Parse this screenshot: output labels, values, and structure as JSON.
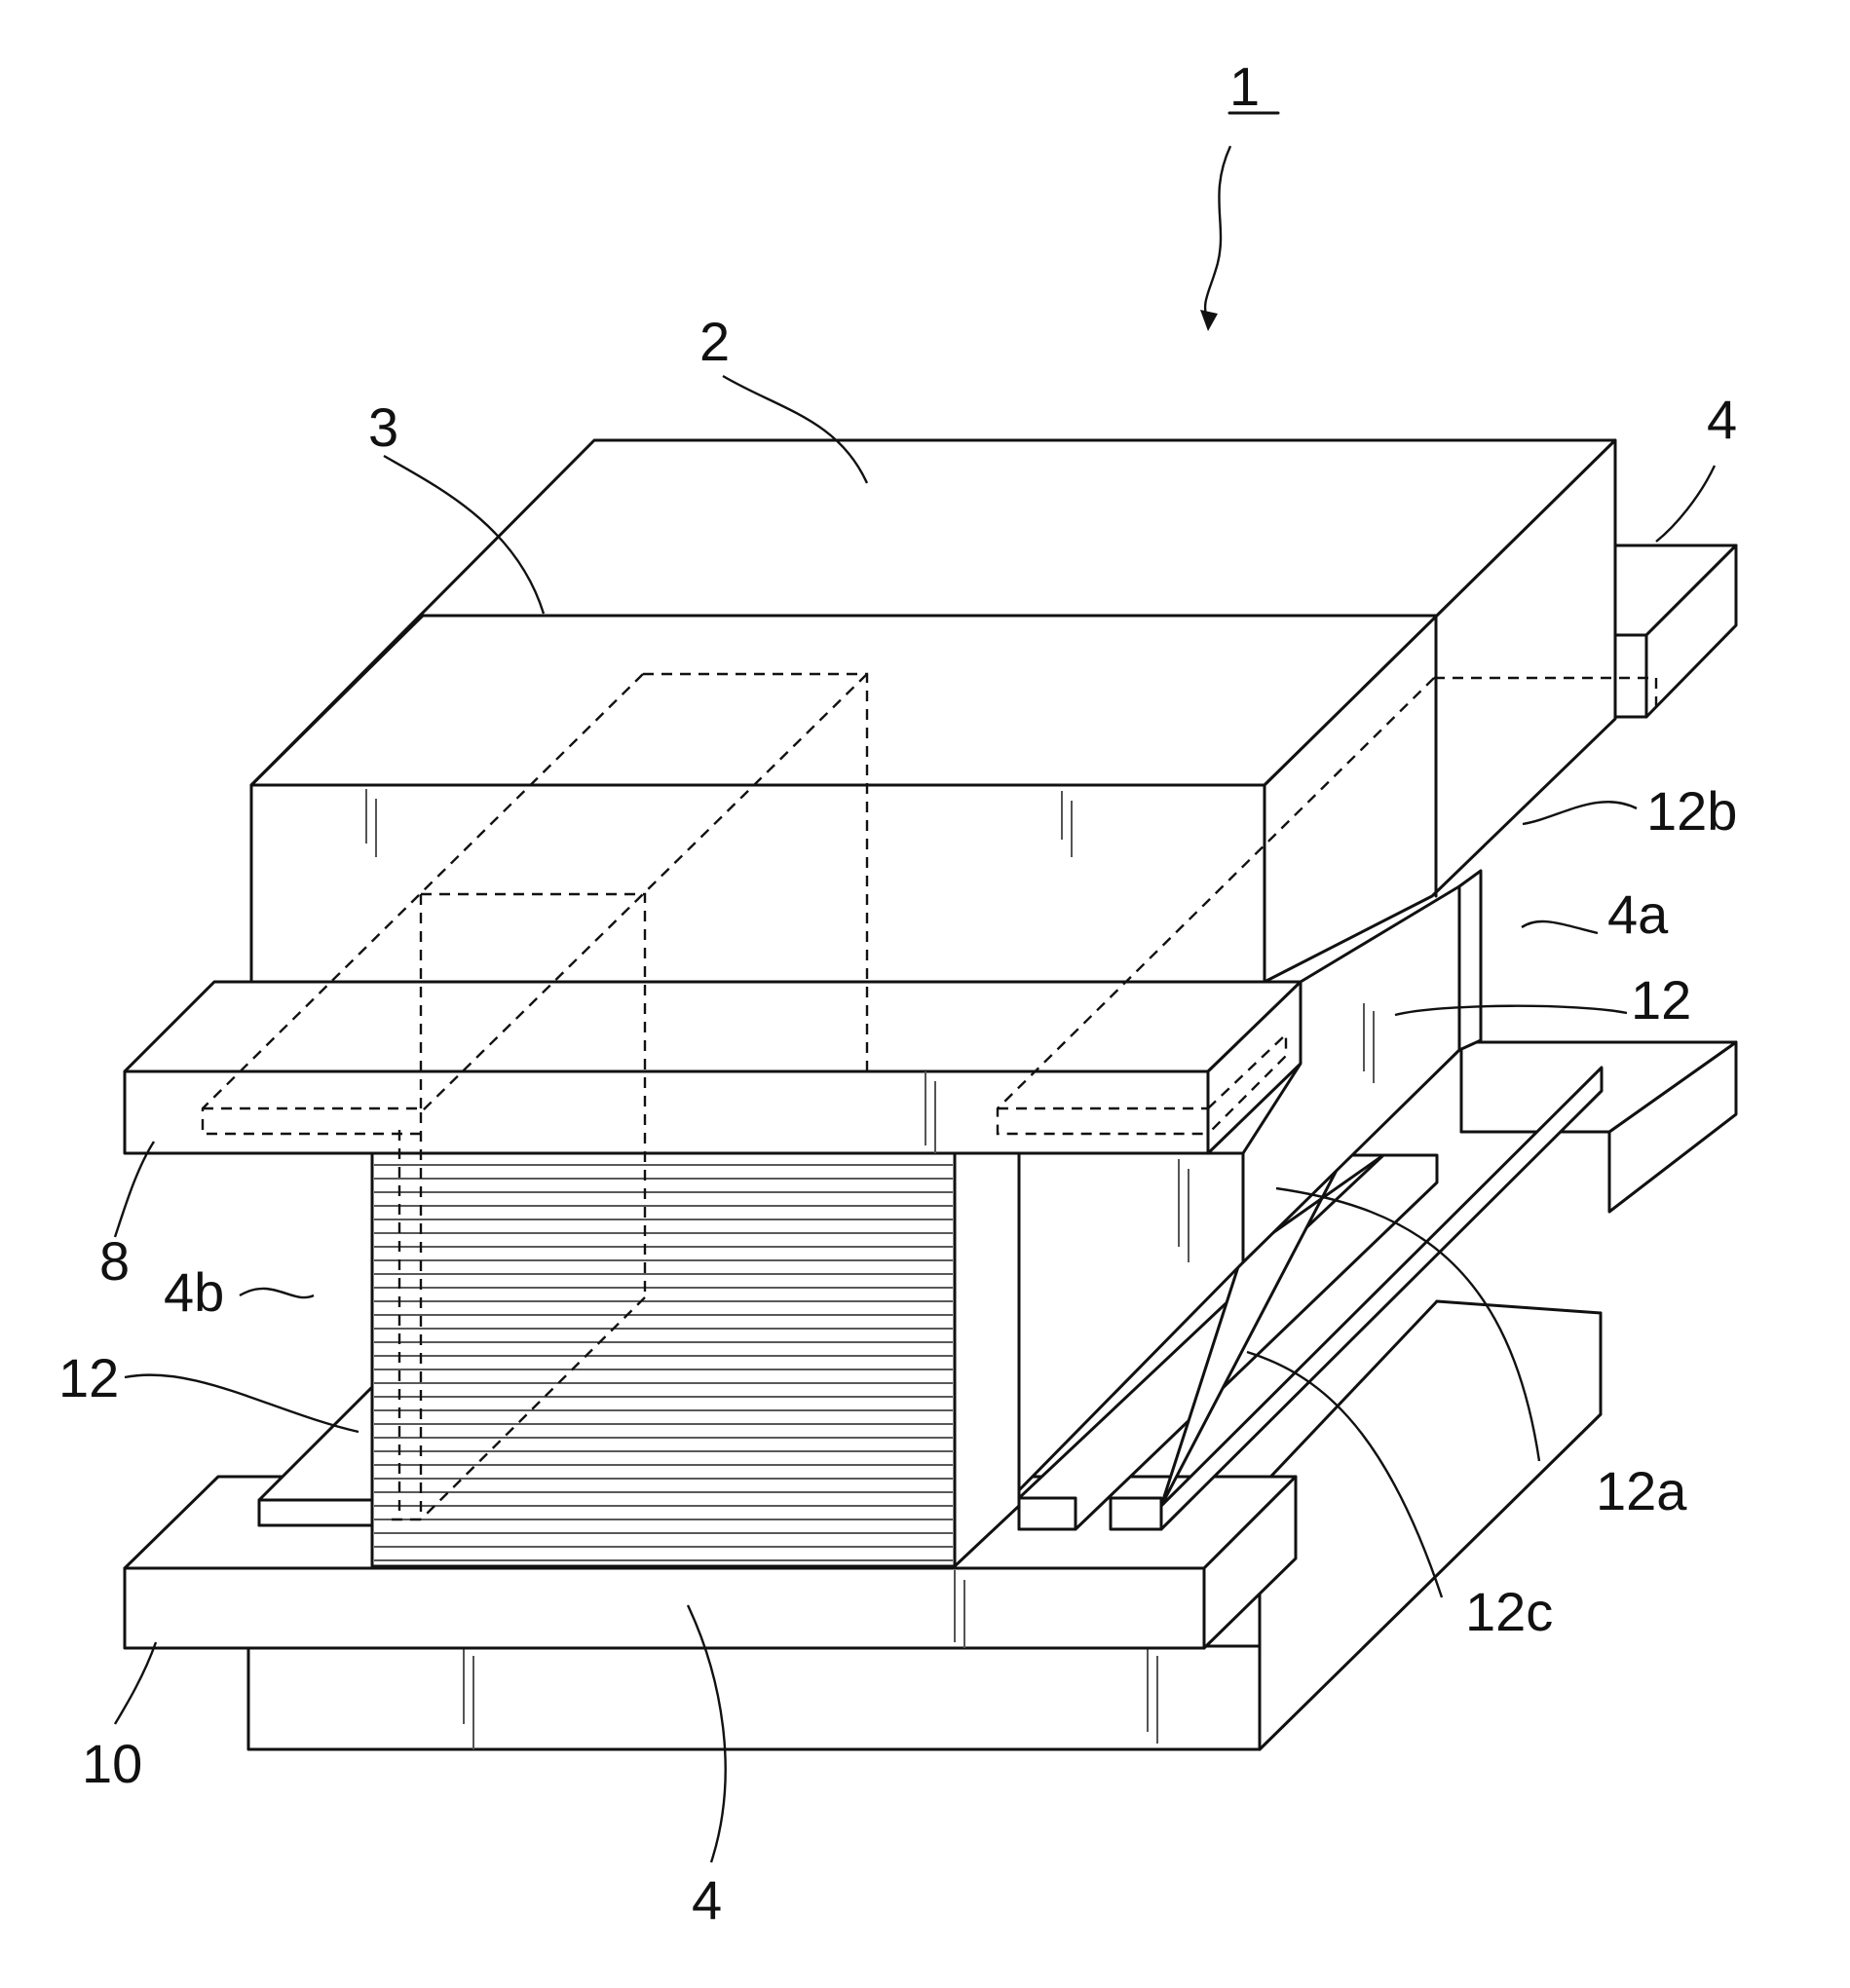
{
  "labels": {
    "assembly": "1",
    "core": "2",
    "seam": "3",
    "bobbin_top_right": "4",
    "bobbin_bottom": "4",
    "side_a": "4a",
    "side_b": "4b",
    "upper_flange": "8",
    "lower_flange": "10",
    "spacer_right": "12",
    "spacer_left": "12",
    "spacer_part_a": "12a",
    "spacer_part_b": "12b",
    "spacer_part_c": "12c"
  }
}
